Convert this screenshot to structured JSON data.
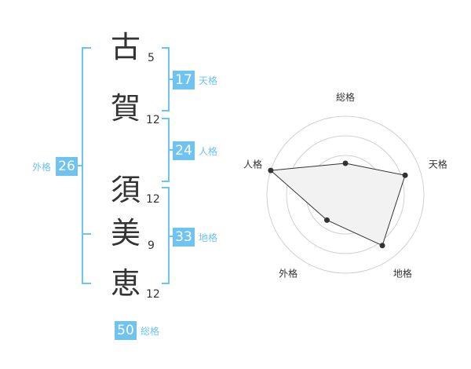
{
  "name": {
    "chars": [
      {
        "char": "古",
        "strokes": "5"
      },
      {
        "char": "賀",
        "strokes": "12"
      },
      {
        "char": "須",
        "strokes": "12"
      },
      {
        "char": "美",
        "strokes": "9"
      },
      {
        "char": "恵",
        "strokes": "12"
      }
    ]
  },
  "kakusu": {
    "tenkaku": {
      "value": "17",
      "label": "天格"
    },
    "jinkaku": {
      "value": "24",
      "label": "人格"
    },
    "chikaku": {
      "value": "33",
      "label": "地格"
    },
    "gaikaku": {
      "value": "26",
      "label": "外格"
    },
    "soukaku": {
      "value": "50",
      "label": "総格"
    }
  },
  "colors": {
    "accent": "#6ec3f0",
    "text": "#333333"
  },
  "chart_data": {
    "type": "radar",
    "categories": [
      "総格",
      "天格",
      "地格",
      "外格",
      "人格"
    ],
    "values": [
      2,
      4,
      4,
      2,
      5
    ],
    "range": [
      0,
      5
    ],
    "rings": 4,
    "grid": true
  }
}
